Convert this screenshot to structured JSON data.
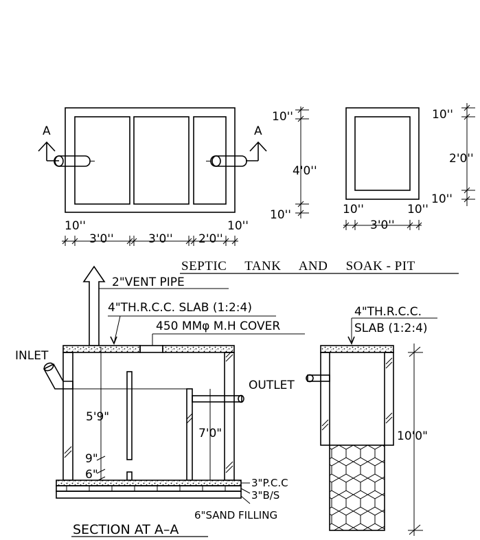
{
  "title": "SEPTIC     TANK     AND     SOAK - PIT",
  "plan_tank": {
    "section_mark_left": "A",
    "section_mark_right": "A",
    "dims": [
      "10''",
      "3'0''",
      "3'0''",
      "2'0''",
      "10''"
    ]
  },
  "plan_pit": {
    "dims_left": [
      "10''",
      "4'0''",
      "10''"
    ],
    "dims_bottom": [
      "10''",
      "3'0''",
      "10''"
    ],
    "dims_right": [
      "10''",
      "2'0''",
      "10''"
    ]
  },
  "section": {
    "vent_pipe": "2\"VENT PIPE",
    "slab": "4\"TH.R.C.C. SLAB (1:2:4)",
    "mh_cover": "450 MMφ M.H COVER",
    "inlet": "INLET",
    "outlet": "OUTLET",
    "depth_5_9": "5'9\"",
    "depth_7_0": "7'0\"",
    "dim_9": "9\"",
    "dim_6": "6\"",
    "pcc": "3\"P.C.C",
    "bs": "3\"B/S",
    "sand": "6\"SAND FILLING",
    "caption": "SECTION AT A–A"
  },
  "soak_pit": {
    "slab_line1": "4\"TH.R.C.C.",
    "slab_line2": "SLAB (1:2:4)",
    "depth": "10'0\""
  }
}
